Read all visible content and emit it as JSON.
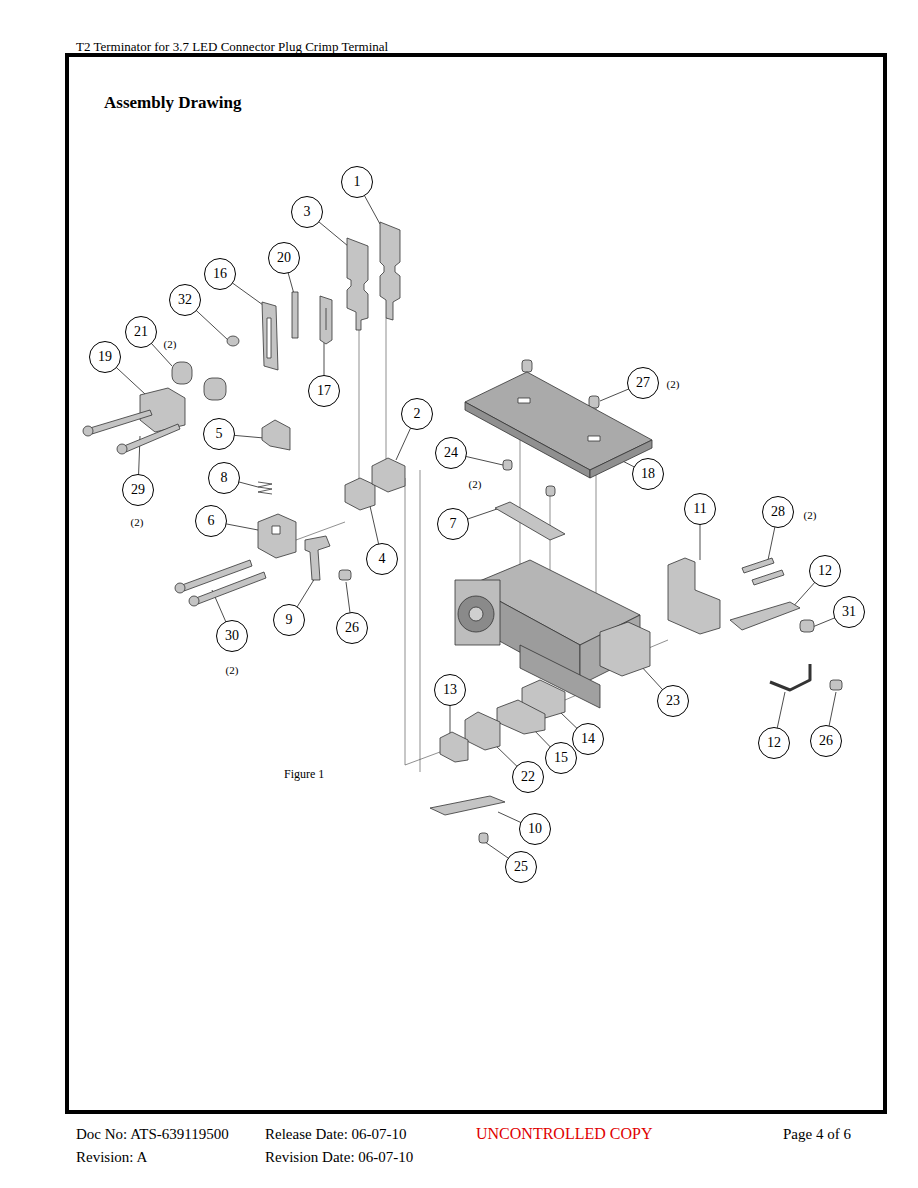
{
  "diagram": {
    "title": "Assembly Drawing",
    "caption": "Figure 1",
    "nodes": [
      {
        "text": [
          "1"
        ]
      },
      {
        "text": [
          "3"
        ]
      },
      {
        "text": [
          "20"
        ]
      },
      {
        "text": [
          "16"
        ]
      },
      {
        "text": [
          "32"
        ]
      },
      {
        "text": [
          "21"
        ]
      },
      {
        "text": [
          "19"
        ]
      },
      {
        "text": [
          "27"
        ]
      },
      {
        "text": [
          "17"
        ]
      },
      {
        "text": [
          "2"
        ]
      },
      {
        "text": [
          "5"
        ]
      },
      {
        "text": [
          "24"
        ]
      },
      {
        "text": [
          "18"
        ]
      },
      {
        "text": [
          "8"
        ]
      },
      {
        "text": [
          "29"
        ]
      },
      {
        "text": [
          "11"
        ]
      },
      {
        "text": [
          "28"
        ]
      },
      {
        "text": [
          "6"
        ]
      },
      {
        "text": [
          "7"
        ]
      },
      {
        "text": [
          "4"
        ]
      },
      {
        "text": [
          "12"
        ]
      },
      {
        "text": [
          "31"
        ]
      },
      {
        "text": [
          "9"
        ]
      },
      {
        "text": [
          "26"
        ]
      },
      {
        "text": [
          "30"
        ]
      },
      {
        "text": [
          "13"
        ]
      },
      {
        "text": [
          "23"
        ]
      },
      {
        "text": [
          "14"
        ]
      },
      {
        "text": [
          "26"
        ]
      },
      {
        "text": [
          "12"
        ]
      },
      {
        "text": [
          "15"
        ]
      },
      {
        "text": [
          "22"
        ]
      },
      {
        "text": [
          "10"
        ]
      },
      {
        "text": [
          "25"
        ]
      }
    ],
    "labels": [
      "T2 Terminator for 3.7 LED Connector Plug Crimp Terminal",
      "(2)",
      "(2)",
      "(2)",
      "(2)",
      "(2)",
      "(2)",
      "Doc No: ATS-639119500",
      "Release Date: 06-07-10",
      "UNCONTROLLED COPY",
      "Page 4 of 6",
      "Revision: A",
      "Revision Date: 06-07-10"
    ]
  }
}
